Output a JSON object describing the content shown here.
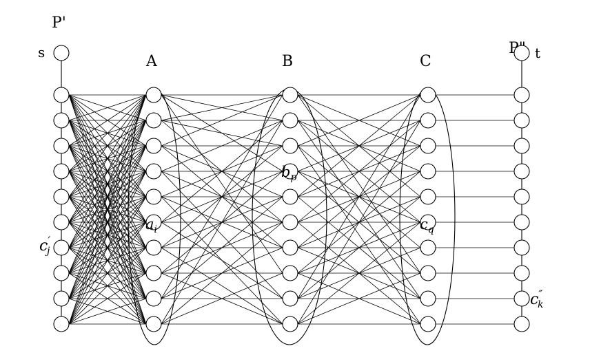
{
  "labels": {
    "p_prime": "P'",
    "p_double": "P\"",
    "source": "s",
    "sink": "t",
    "group_a": "A",
    "group_b": "B",
    "group_c": "C"
  },
  "node_labels": {
    "a": "a",
    "a_sub": "i",
    "b": "b",
    "b_sub": "p",
    "c": "c",
    "c_sub": "q",
    "cj": "c",
    "cj_prime": "′",
    "cj_sub": "j",
    "ck": "c",
    "ck_prime": "″",
    "ck_sub": "k"
  },
  "columns": [
    "P'",
    "A",
    "B",
    "C",
    "P\""
  ],
  "nodes_per_column": 10
}
